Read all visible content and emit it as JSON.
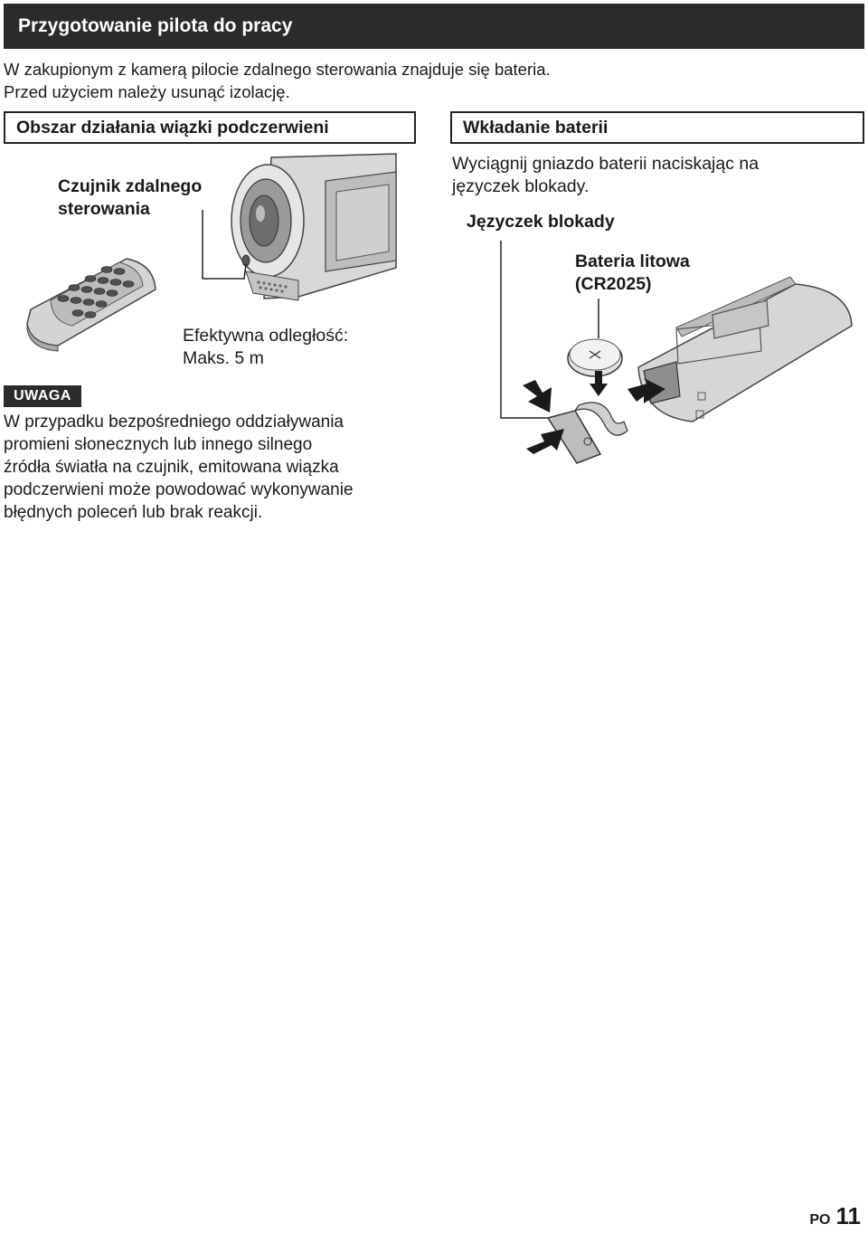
{
  "header": {
    "title": "Przygotowanie pilota do pracy"
  },
  "intro": {
    "lines": [
      "W zakupionym z kamerą pilocie zdalnego sterowania znajduje się bateria.",
      "Przed użyciem należy usunąć izolację."
    ]
  },
  "ir_section": {
    "heading": "Obszar działania wiązki podczerwieni",
    "sensor_label": [
      "Czujnik zdalnego",
      "sterowania"
    ],
    "distance_label": [
      "Efektywna odległość:",
      "Maks. 5 m"
    ]
  },
  "battery_section": {
    "heading": "Wkładanie baterii",
    "instruction": [
      "Wyciągnij gniazdo baterii naciskając na",
      "języczek blokady."
    ],
    "tab_label": "Języczek blokady",
    "battery_label": [
      "Bateria litowa",
      "(CR2025)"
    ]
  },
  "note": {
    "badge": "UWAGA",
    "lines": [
      "W przypadku bezpośredniego oddziaływania",
      "promieni słonecznych lub innego silnego",
      "źródła światła na czujnik, emitowana wiązka",
      "podczerwieni może powodować wykonywanie",
      "błędnych poleceń lub brak reakcji."
    ]
  },
  "footer": {
    "lang_code": "PO",
    "page_number": "11"
  }
}
